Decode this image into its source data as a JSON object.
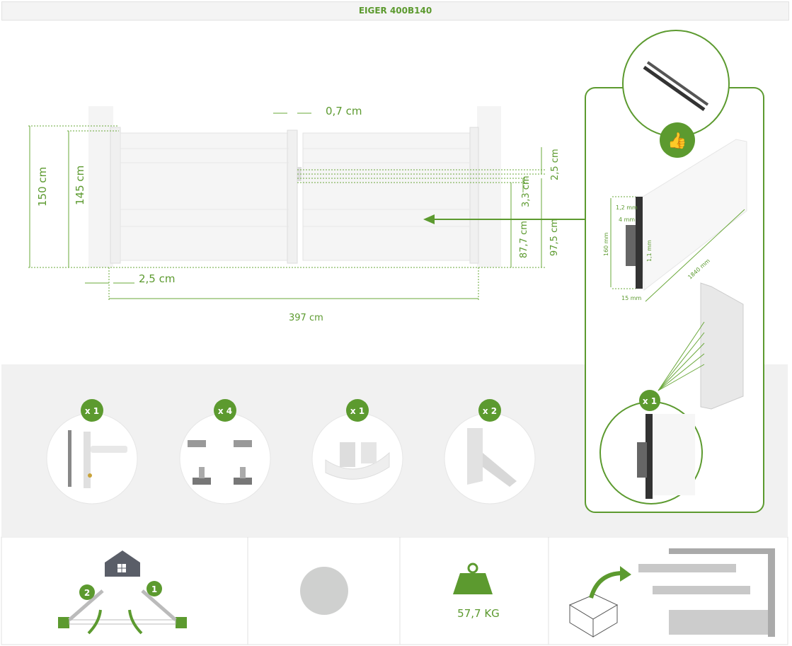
{
  "title": "EIGER 400B140",
  "colors": {
    "accent": "#5c9a2f",
    "band": "#f1f1f1"
  },
  "dimensions": {
    "gap": "0,7 cm",
    "post_height": "150 cm",
    "gate_height": "145 cm",
    "bottom_gap": "2,5 cm",
    "total_width": "397 cm",
    "top_gap": "2,5 cm",
    "rail": "3,3 cm",
    "handle_height": "87,7 cm",
    "handle_total": "97,5 cm"
  },
  "profile": {
    "thickness_1": "1,2 mm",
    "thickness_2": "4 mm",
    "height": "160 mm",
    "inner": "1,1 mm",
    "depth": "15 mm",
    "length": "1840 mm",
    "quantity": "x 1"
  },
  "accessories": [
    {
      "name": "lock-handle",
      "quantity": "x 1"
    },
    {
      "name": "hinges",
      "quantity": "x 4"
    },
    {
      "name": "gate-stop",
      "quantity": "x 1"
    },
    {
      "name": "gate-holder",
      "quantity": "x 2"
    }
  ],
  "footer": {
    "opening_steps": [
      "2",
      "1"
    ],
    "weight": "57,7 KG"
  }
}
